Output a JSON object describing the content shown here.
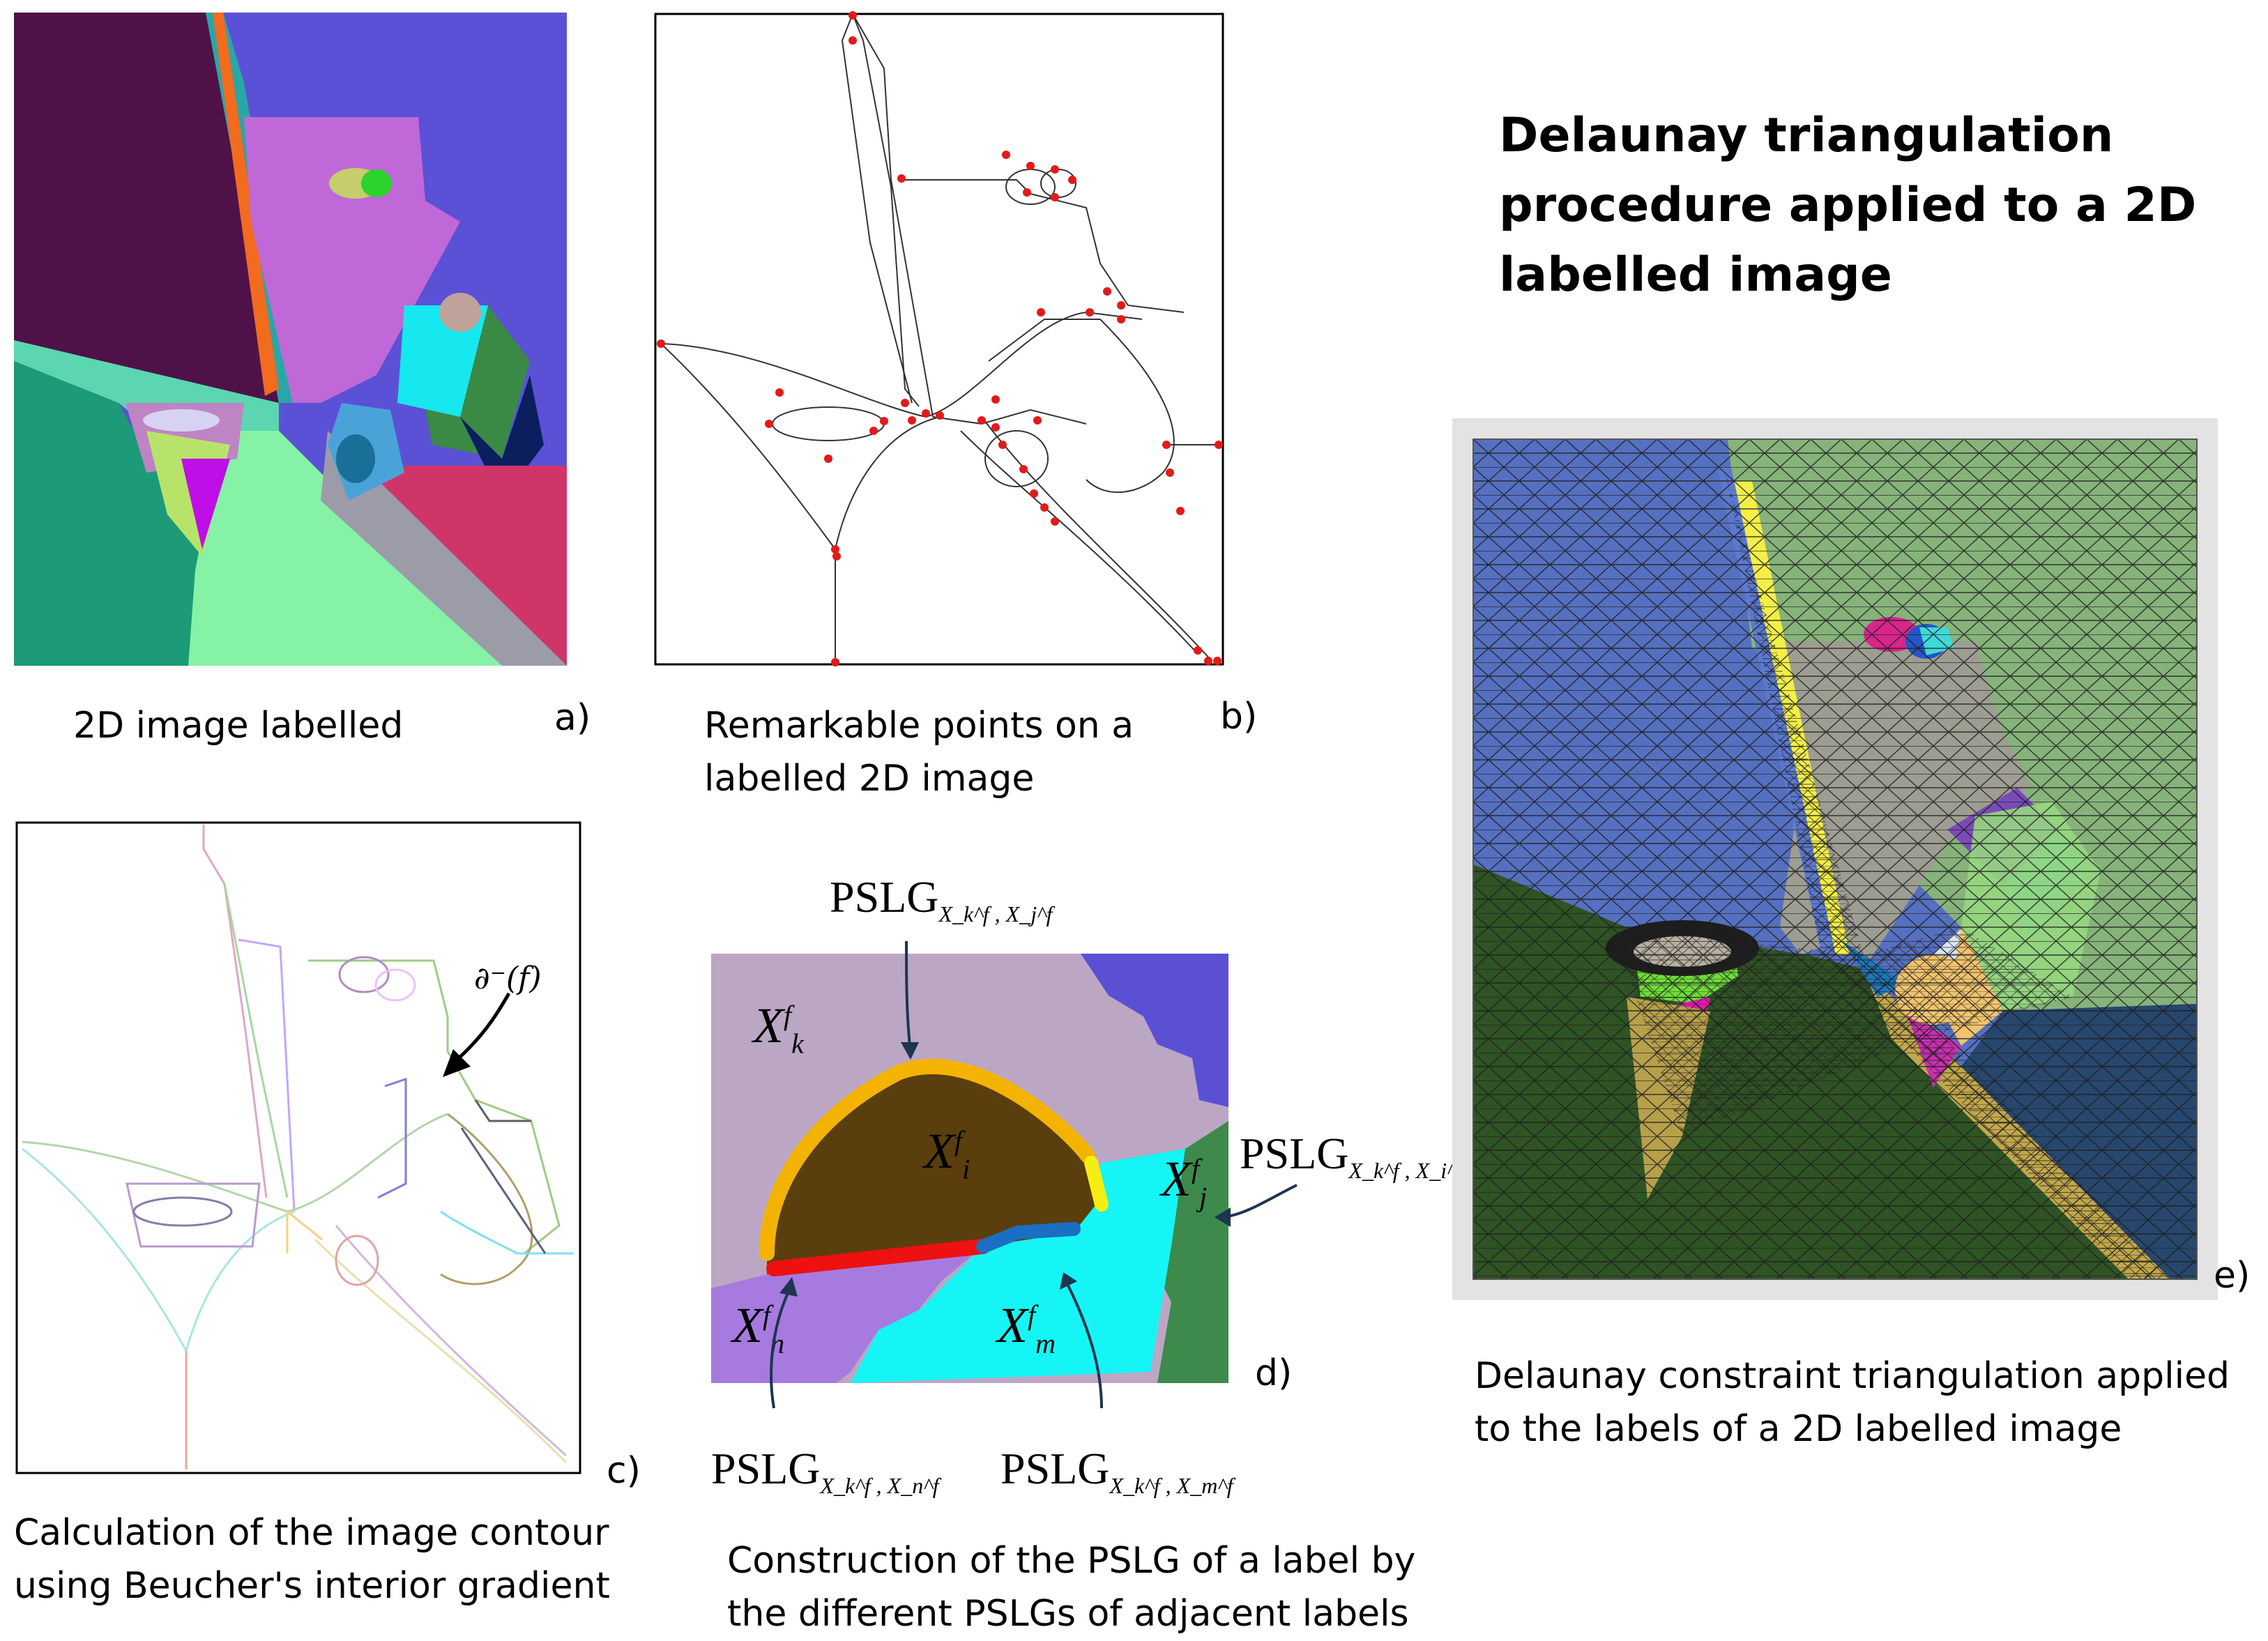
{
  "title": "Delaunay triangulation procedure applied to a 2D labelled image",
  "title_lines": [
    "Delaunay triangulation",
    "procedure applied to a 2D",
    "labelled image"
  ],
  "panels": {
    "a": {
      "letter": "a)",
      "caption_lines": [
        "2D image labelled"
      ]
    },
    "b": {
      "letter": "b)",
      "caption_lines": [
        "Remarkable points on a",
        "labelled 2D image"
      ]
    },
    "c": {
      "letter": "c)",
      "caption_lines": [
        "Calculation of the image contour",
        "using Beucher's interior gradient"
      ],
      "annotation": "∂⁻(f)"
    },
    "d": {
      "letter": "d)",
      "caption_lines": [
        "Construction of the PSLG of a label by",
        "the different PSLGs of adjacent labels"
      ],
      "pslg_word": "PSLG",
      "labels": {
        "k": "X",
        "i": "X",
        "j": "X",
        "n": "X",
        "m": "X",
        "sup": "f"
      },
      "pslg_subs": {
        "top": "X_k^f , X_j^f",
        "right": "X_k^f , X_i^f",
        "left": "X_k^f , X_n^f",
        "bottom": "X_k^f , X_m^f"
      }
    },
    "e": {
      "letter": "e)",
      "caption_lines": [
        "Delaunay constraint triangulation applied",
        "to the labels of a 2D labelled image"
      ]
    }
  },
  "colors": {
    "a_bg_purple": "#4f1248",
    "a_bg_blue": "#5b51d6",
    "a_green": "#1d9a77",
    "a_lightgreen": "#85f2a6",
    "a_pink": "#d0356a",
    "a_orange": "#f26b1e",
    "a_violet": "#c068d8",
    "a_cyan": "#17e8ef",
    "a_navy": "#0b1f5e",
    "a_darkgreen": "#3a8a46",
    "d_mauve": "#bba7c4",
    "d_brown": "#5a3e0d",
    "d_cyan": "#16f5f5",
    "d_purple": "#a77ae0",
    "d_green": "#3d8a4c",
    "d_blue": "#5b50d4",
    "d_orange": "#f4b300",
    "d_red": "#ee1111",
    "d_lineblue": "#1b6fc2",
    "d_yellow": "#f4ee12",
    "e_blue": "#5570c0",
    "e_green": "#86b37a",
    "e_dark": "#2f5324",
    "e_gray": "#9d9d92"
  }
}
